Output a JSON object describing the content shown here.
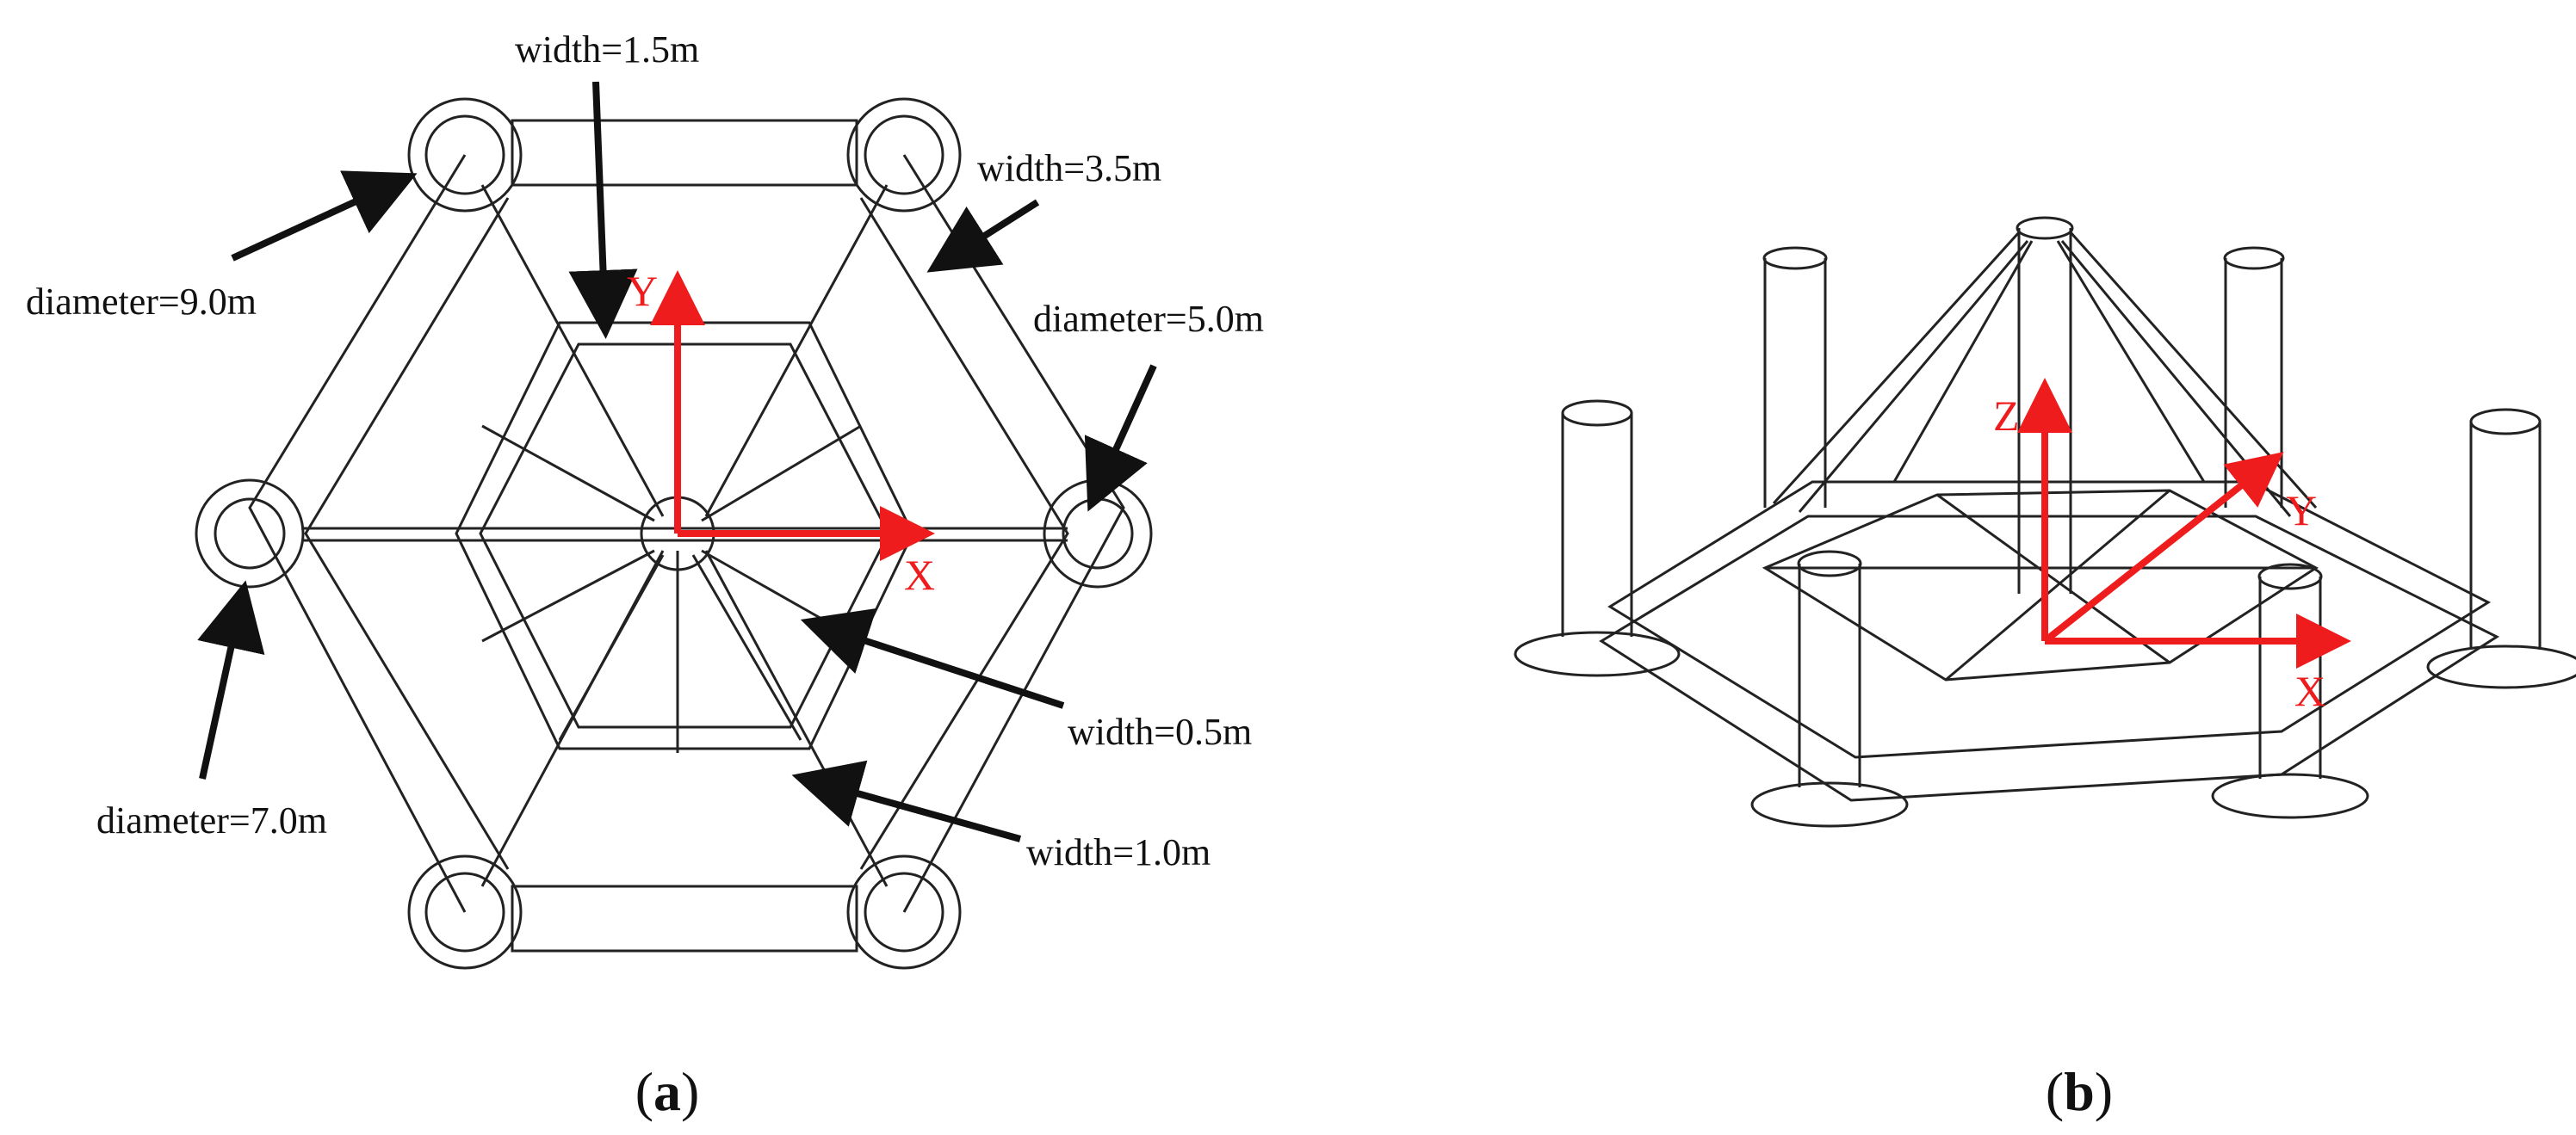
{
  "panel_a": {
    "labels": {
      "width_top": "width=1.5m",
      "width_right": "width=3.5m",
      "diam_left_top": "diameter=9.0m",
      "diam_right": "diameter=5.0m",
      "width_brace": "width=0.5m",
      "diam_left_bottom": "diameter=7.0m",
      "width_frame": "width=1.0m"
    },
    "axes": {
      "x": "X",
      "y": "Y"
    },
    "caption_open": "(",
    "caption_letter": "a",
    "caption_close": ")"
  },
  "panel_b": {
    "axes": {
      "x": "X",
      "y": "Y",
      "z": "Z"
    },
    "caption_open": "(",
    "caption_letter": "b",
    "caption_close": ")"
  },
  "colors": {
    "axis": "#ee1c1c",
    "line": "#222222",
    "text": "#111111"
  }
}
